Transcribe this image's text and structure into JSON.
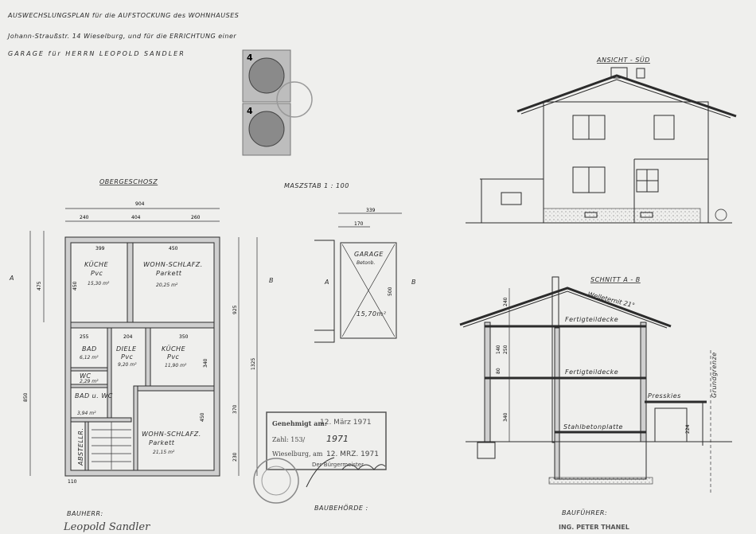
{
  "title": {
    "line1": "AUSWECHSLUNGSPLAN für die AUFSTOCKUNG des WOHNHAUSES",
    "line2": "Johann-Straußstr. 14 Wieselburg, und für die ERRICHTUNG einer",
    "line3": "GARAGE für HERRN   LEOPOLD   SANDLER"
  },
  "revenue_stamps": {
    "value": "4"
  },
  "elevation": {
    "label": "ANSICHT - SÜD"
  },
  "floor_plan": {
    "label": "OBERGESCHOSZ",
    "scale": "MASZSTAB  1 : 100",
    "marker_a": "A",
    "marker_b": "B",
    "dims_top": [
      "904",
      "240",
      "404",
      "260"
    ],
    "dims_left": [
      "850",
      "475"
    ],
    "dims_right": [
      "1325",
      "925",
      "370",
      "230"
    ],
    "dims_inner": [
      "399",
      "450",
      "255",
      "204",
      "350",
      "450",
      "340",
      "450",
      "110"
    ],
    "rooms": [
      {
        "name": "KÜCHE",
        "floor": "Pvc",
        "area": "15,30 m²"
      },
      {
        "name": "WOHN-SCHLAFZ.",
        "floor": "Parkett",
        "area": "20,25 m²"
      },
      {
        "name": "BAD",
        "floor": "",
        "area": "6,12 m²"
      },
      {
        "name": "DIELE",
        "floor": "Pvc",
        "area": "9,20 m²"
      },
      {
        "name": "KÜCHE",
        "floor": "Pvc",
        "area": "11,90 m²"
      },
      {
        "name": "WC",
        "floor": "",
        "area": "2,29 m²"
      },
      {
        "name": "BAD u. WC",
        "floor": "",
        "area": "3,94 m²"
      },
      {
        "name": "ABSTELLR.",
        "floor": "",
        "area": ""
      },
      {
        "name": "WOHN-SCHLAFZ.",
        "floor": "Parkett",
        "area": "21,15 m²"
      }
    ]
  },
  "garage_plan": {
    "name": "GARAGE",
    "material": "Betonb.",
    "area": "15,70m²",
    "dims": [
      "339",
      "170",
      "500"
    ],
    "marker_a": "A",
    "marker_b": "B"
  },
  "section": {
    "label": "SCHNITT  A - B",
    "roof": "Welleternit 21°",
    "ceiling1": "Fertigteildecke",
    "ceiling2": "Fertigteildecke",
    "slab": "Stahlbetonplatte",
    "garage_roof": "Presskies",
    "boundary": "Grundgrenze",
    "dims": [
      "240",
      "250",
      "140",
      "80",
      "340",
      "224"
    ]
  },
  "approval_stamp": {
    "approved_label": "Genehmigt am:",
    "approved_date": "12. März 1971",
    "number_label": "Zahl: 153/",
    "number_value": "1971",
    "place_label": "Wieselburg, am",
    "place_date": "12. MRZ. 1971",
    "signer": "Der Bürgermeister"
  },
  "footer": {
    "owner_label": "BAUHERR:",
    "owner_signature": "Leopold Sandler",
    "authority_label": "BAUBEHÖRDE :",
    "builder_label": "BAUFÜHRER:",
    "builder_name": "ING. PETER THANEL"
  }
}
